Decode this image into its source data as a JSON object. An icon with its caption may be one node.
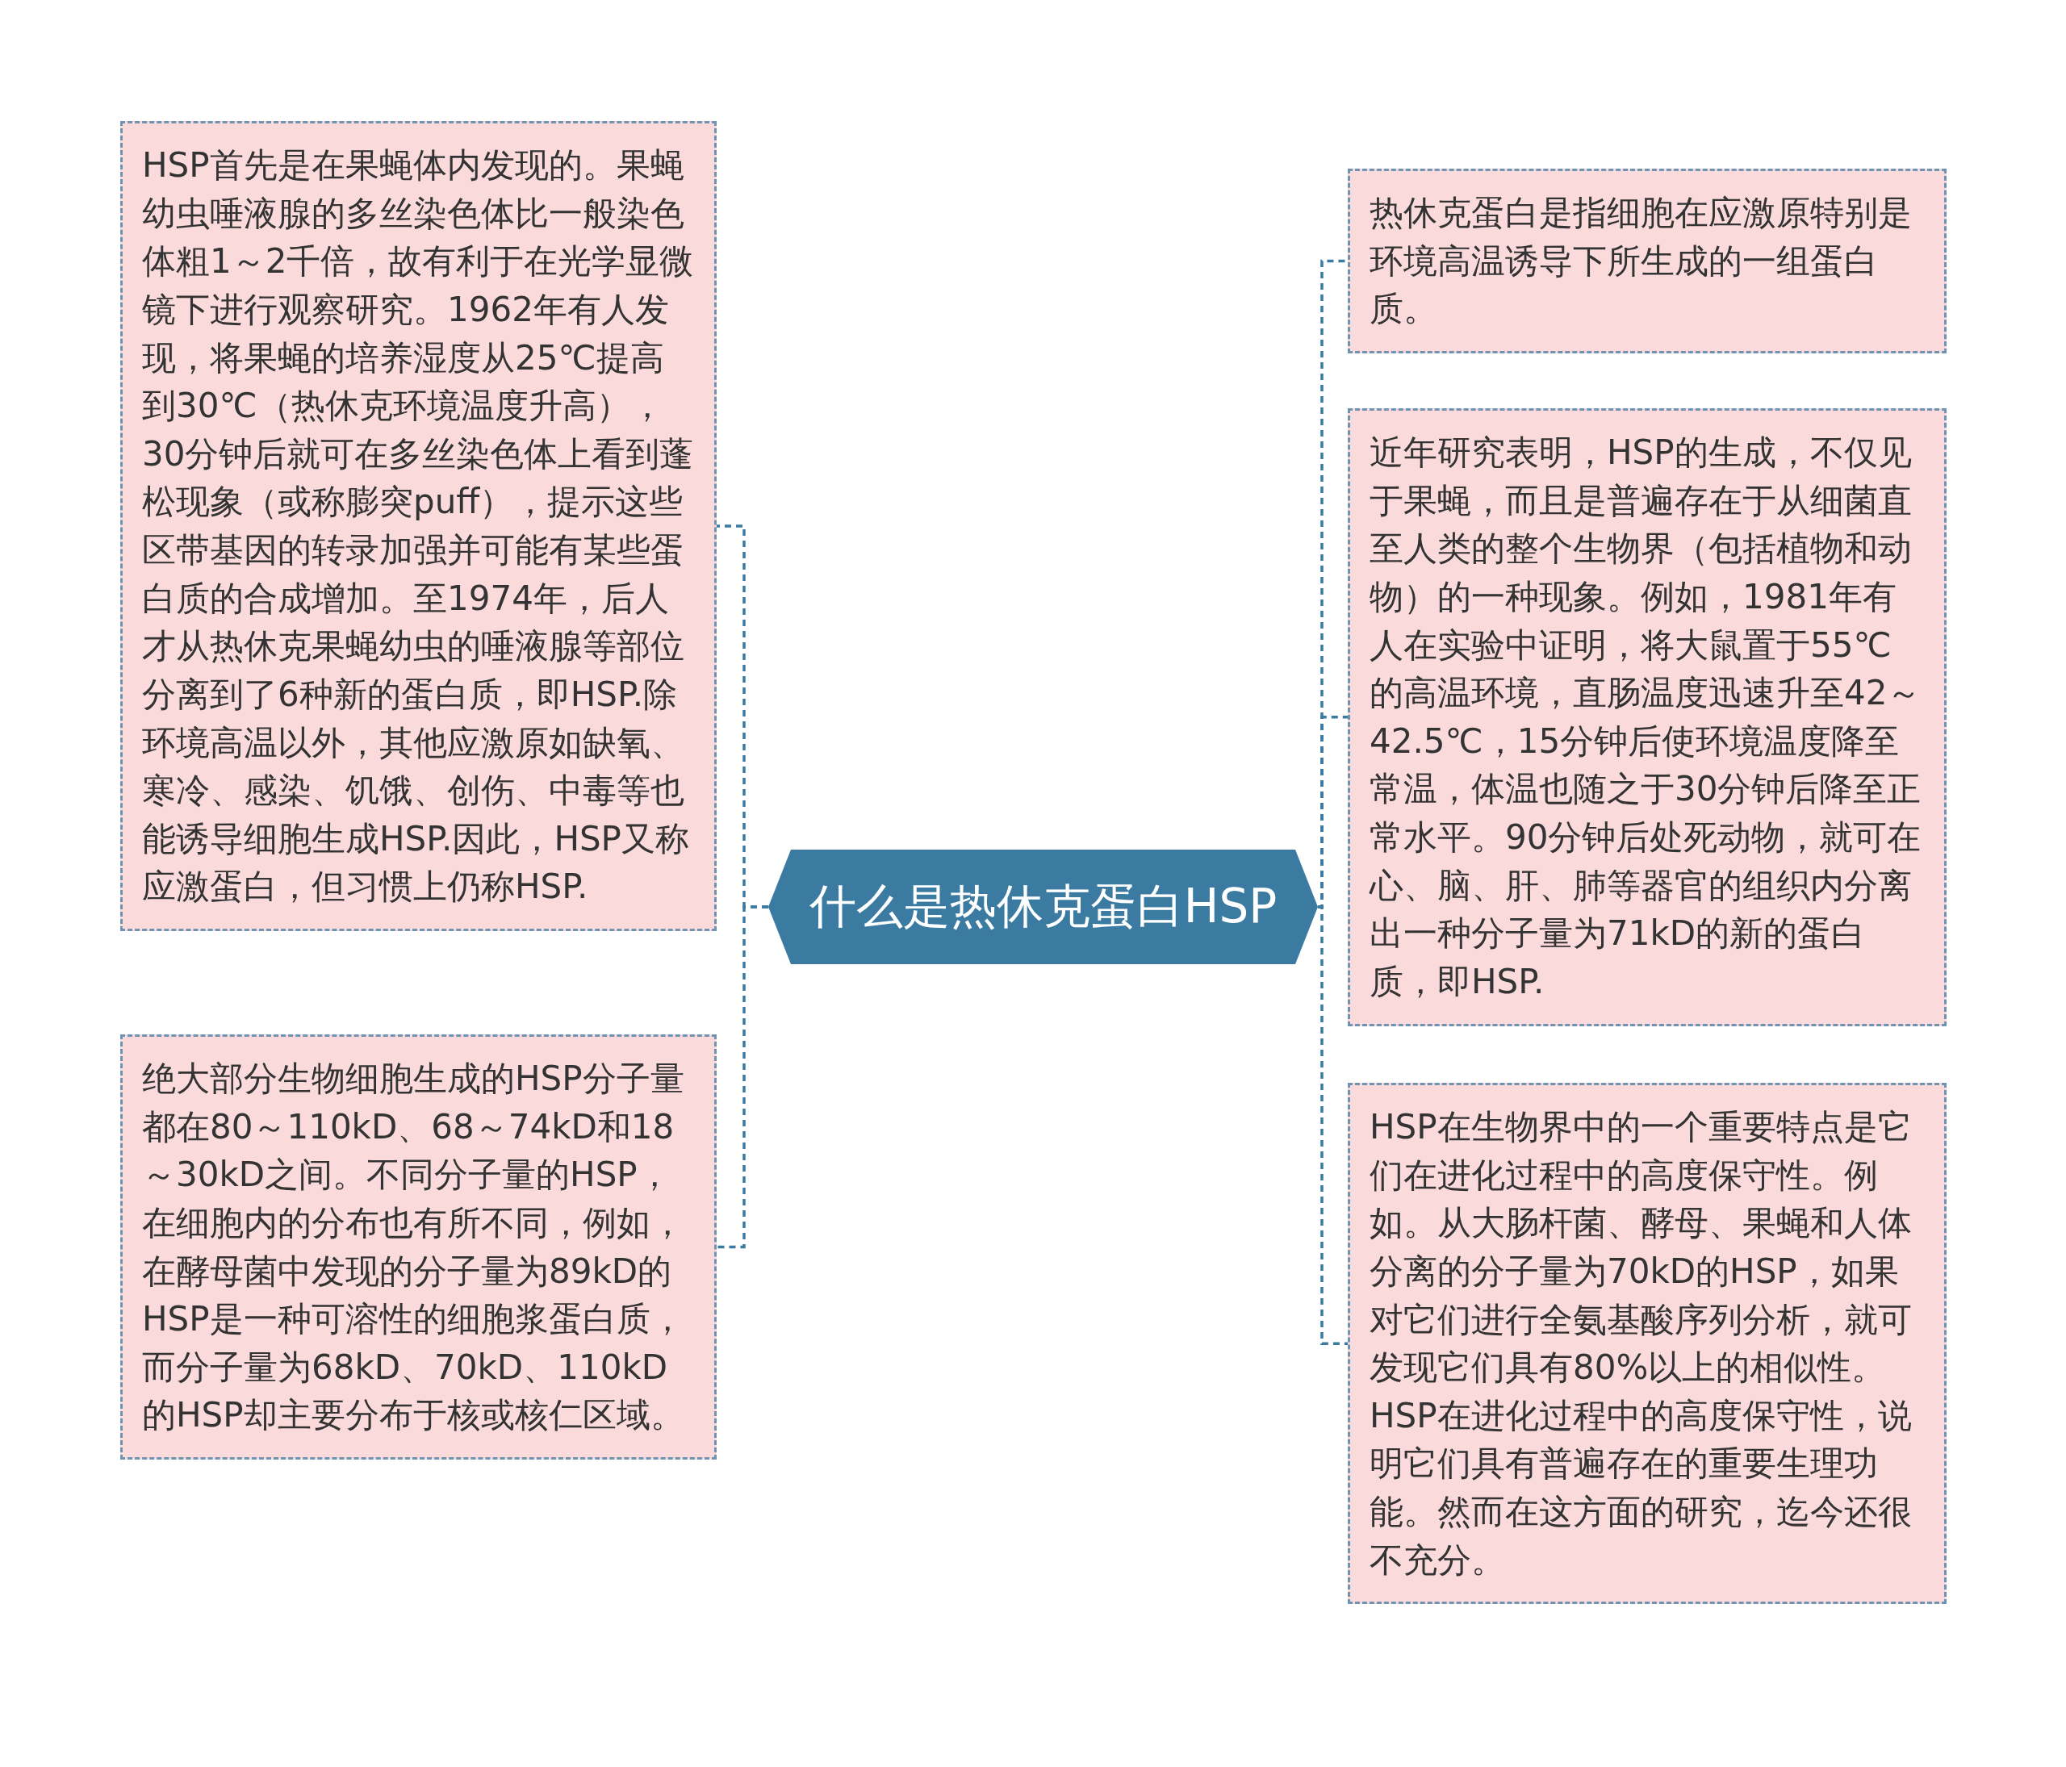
{
  "diagram": {
    "nodes": [
      {
        "text": [
          "什么是热休克蛋白HSP"
        ]
      },
      {
        "text": [
          "HSP首先是在果蝇体内发现的。果蝇幼虫唾液腺的多丝染色体比一般染色体粗1～2千倍，故有利于在光学显微镜下进行观察研究。1962年有人发现，将果蝇的培养湿度从25℃提高到30℃（热休克环境温度升高），30分钟后就可在多丝染色体上看到蓬松现象（或称膨突puff），提示这些区带基因的转录加强并可能有某些蛋白质的合成增加。至1974年，后人才从热休克果蝇幼虫的唾液腺等部位分离到了6种新的蛋白质，即HSP.除环境高温以外，其他应激原如缺氧、寒冷、感染、饥饿、创伤、中毒等也能诱导细胞生成HSP.因此，HSP又称应激蛋白，但习惯上仍称HSP."
        ]
      },
      {
        "text": [
          "绝大部分生物细胞生成的HSP分子量都在80～110kD、68～74kD和18～30kD之间。不同分子量的HSP，在细胞内的分布也有所不同，例如，在酵母菌中发现的分子量为89kD的HSP是一种可溶性的细胞浆蛋白质，而分子量为68kD、70kD、110kD的HSP却主要分布于核或核仁区域。"
        ]
      },
      {
        "text": [
          "热休克蛋白是指细胞在应激原特别是环境高温诱导下所生成的一组蛋白质。"
        ]
      },
      {
        "text": [
          "近年研究表明，HSP的生成，不仅见于果蝇，而且是普遍存在于从细菌直至人类的整个生物界（包括植物和动物）的一种现象。例如，1981年有人在实验中证明，将大鼠置于55℃的高温环境，直肠温度迅速升至42～42.5℃，15分钟后使环境温度降至常温，体温也随之于30分钟后降至正常水平。90分钟后处死动物，就可在心、脑、肝、肺等器官的组织内分离出一种分子量为71kD的新的蛋白质，即HSP."
        ]
      },
      {
        "text": [
          "HSP在生物界中的一个重要特点是它们在进化过程中的高度保守性。例如。从大肠杆菌、酵母、果蝇和人体分离的分子量为70kD的HSP，如果对它们进行全氨基酸序列分析，就可发现它们具有80%以上的相似性。HSP在进化过程中的高度保守性，说明它们具有普遍存在的重要生理功能。然而在这方面的研究，迄今还很不充分。"
        ]
      }
    ],
    "edges": [
      {
        "from": 0,
        "to": 1,
        "arrow": "none",
        "style": "dashed"
      },
      {
        "from": 0,
        "to": 2,
        "arrow": "none",
        "style": "dashed"
      },
      {
        "from": 0,
        "to": 3,
        "arrow": "none",
        "style": "dashed"
      },
      {
        "from": 0,
        "to": 4,
        "arrow": "none",
        "style": "dashed"
      },
      {
        "from": 0,
        "to": 5,
        "arrow": "none",
        "style": "dashed"
      }
    ]
  }
}
